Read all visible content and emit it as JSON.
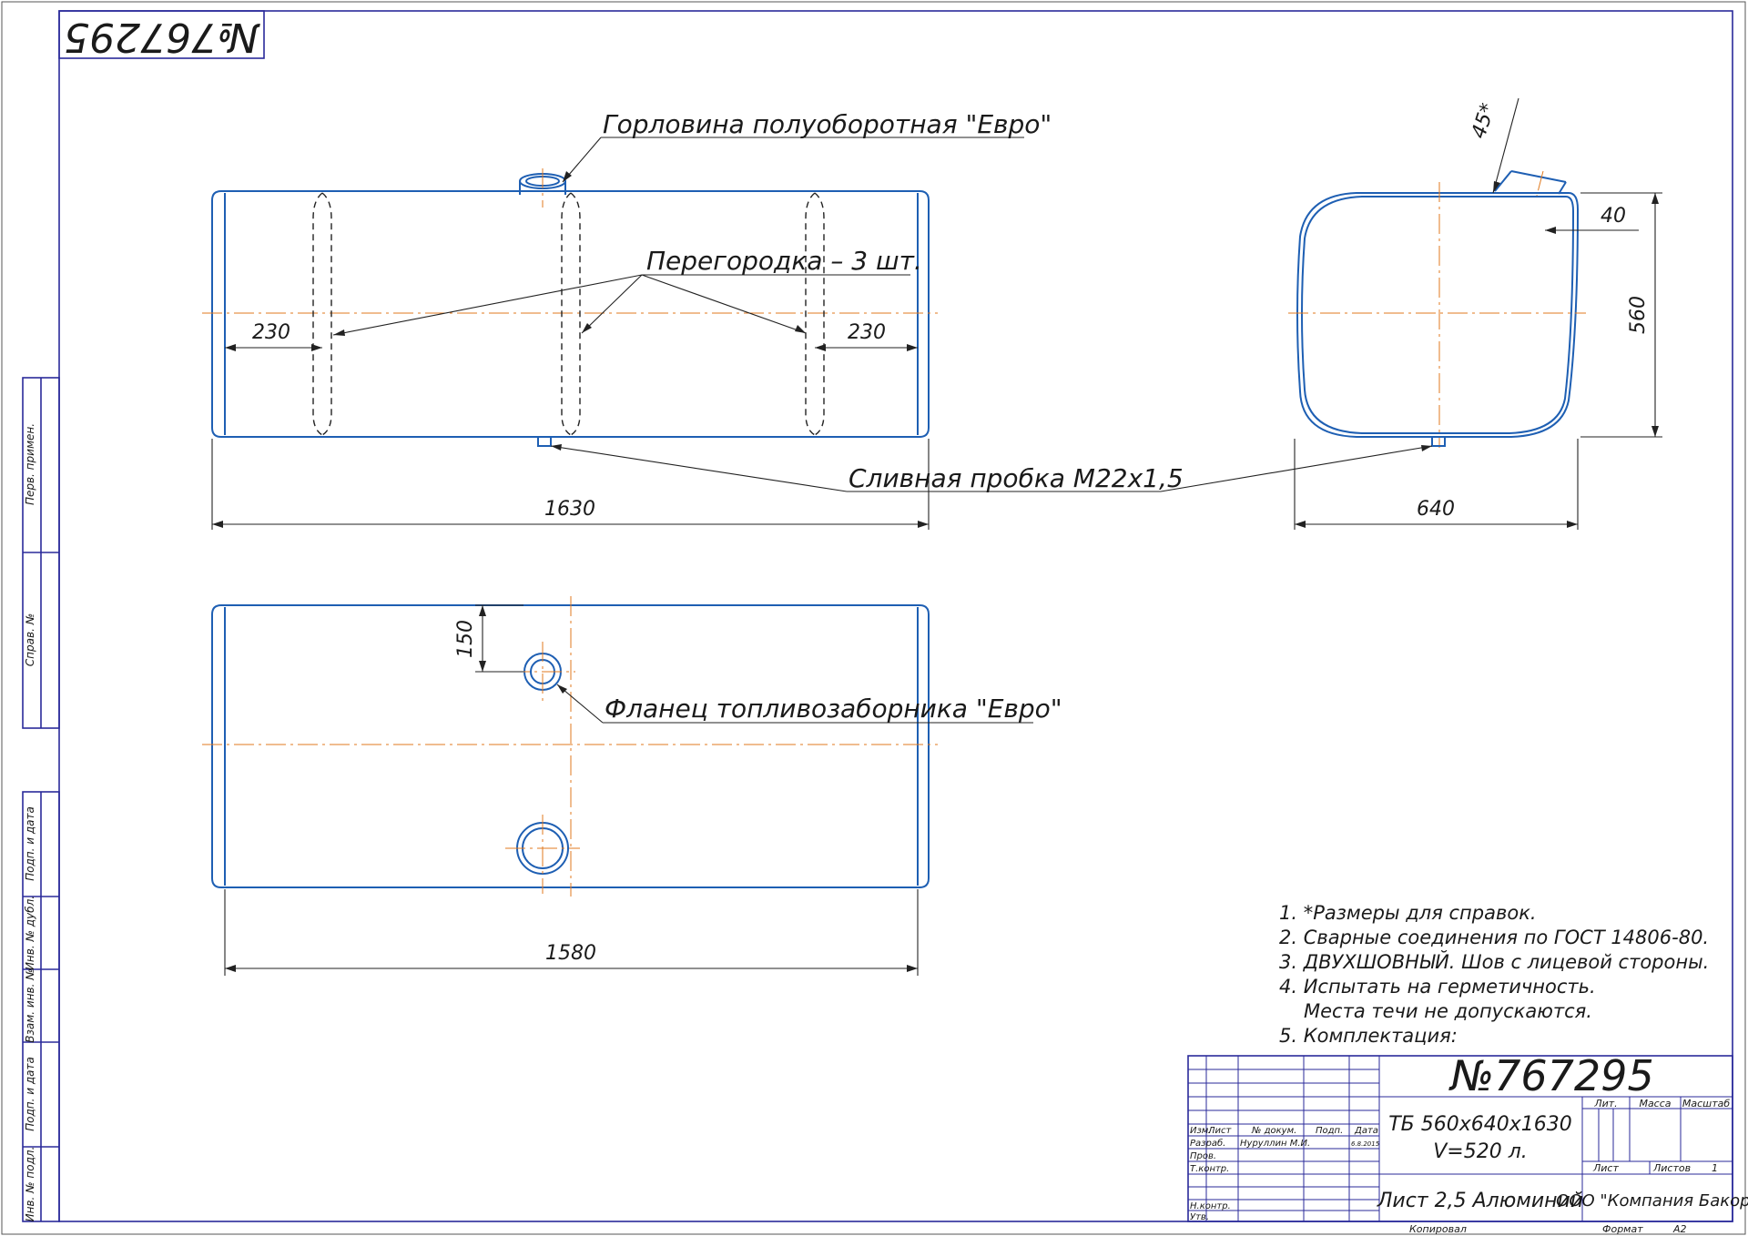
{
  "stamp_number": "№767295",
  "callouts": {
    "filler_neck": "Горловина полуоборотная \"Евро\"",
    "baffle": "Перегородка – 3 шт.",
    "drain_plug": "Сливная пробка М22х1,5",
    "fuel_flange": "Фланец топливозаборника \"Евро\""
  },
  "dimensions": {
    "baffle_left": "230",
    "baffle_right": "230",
    "length_total": "1630",
    "length_body": "1580",
    "flange_offset": "150",
    "width": "640",
    "height": "560",
    "neck_offset": "40",
    "neck_angle": "45*"
  },
  "notes": [
    "1. *Размеры для справок.",
    "2. Сварные соединения по ГОСТ 14806-80.",
    "3. ДВУХШОВНЫЙ. Шов с лицевой стороны.",
    "4. Испытать на герметичность.",
    "Места течи не допускаются.",
    "5. Комплектация:"
  ],
  "side_stamp": [
    "Перв. примен.",
    "Справ. №",
    "Подп. и дата",
    "Инв. № дубл.",
    "Взам. инв. №",
    "Подп. и дата",
    "Инв. № подл."
  ],
  "title_block": {
    "number": "№767295",
    "name_line1": "ТБ 560х640х1630",
    "name_line2": "V=520 л.",
    "material": "Лист 2,5 Алюминий",
    "company": "ООО \"Компания Бакор\"",
    "col_izm": "Изм.",
    "col_list": "Лист",
    "col_doc": "№ докум.",
    "col_sign": "Подп.",
    "col_date": "Дата",
    "row_dev": "Разраб.",
    "dev_name": "Нуруллин М.И.",
    "dev_date": "6.8.2015",
    "row_check": "Пров.",
    "row_tcontrol": "Т.контр.",
    "row_ncontrol": "Н.контр.",
    "row_approve": "Утв.",
    "lit": "Лит.",
    "mass": "Масса",
    "scale": "Масштаб",
    "sheet": "Лист",
    "sheets": "Листов",
    "sheets_count": "1",
    "copied": "Копировал",
    "format_label": "Формат",
    "format_value": "А2"
  }
}
